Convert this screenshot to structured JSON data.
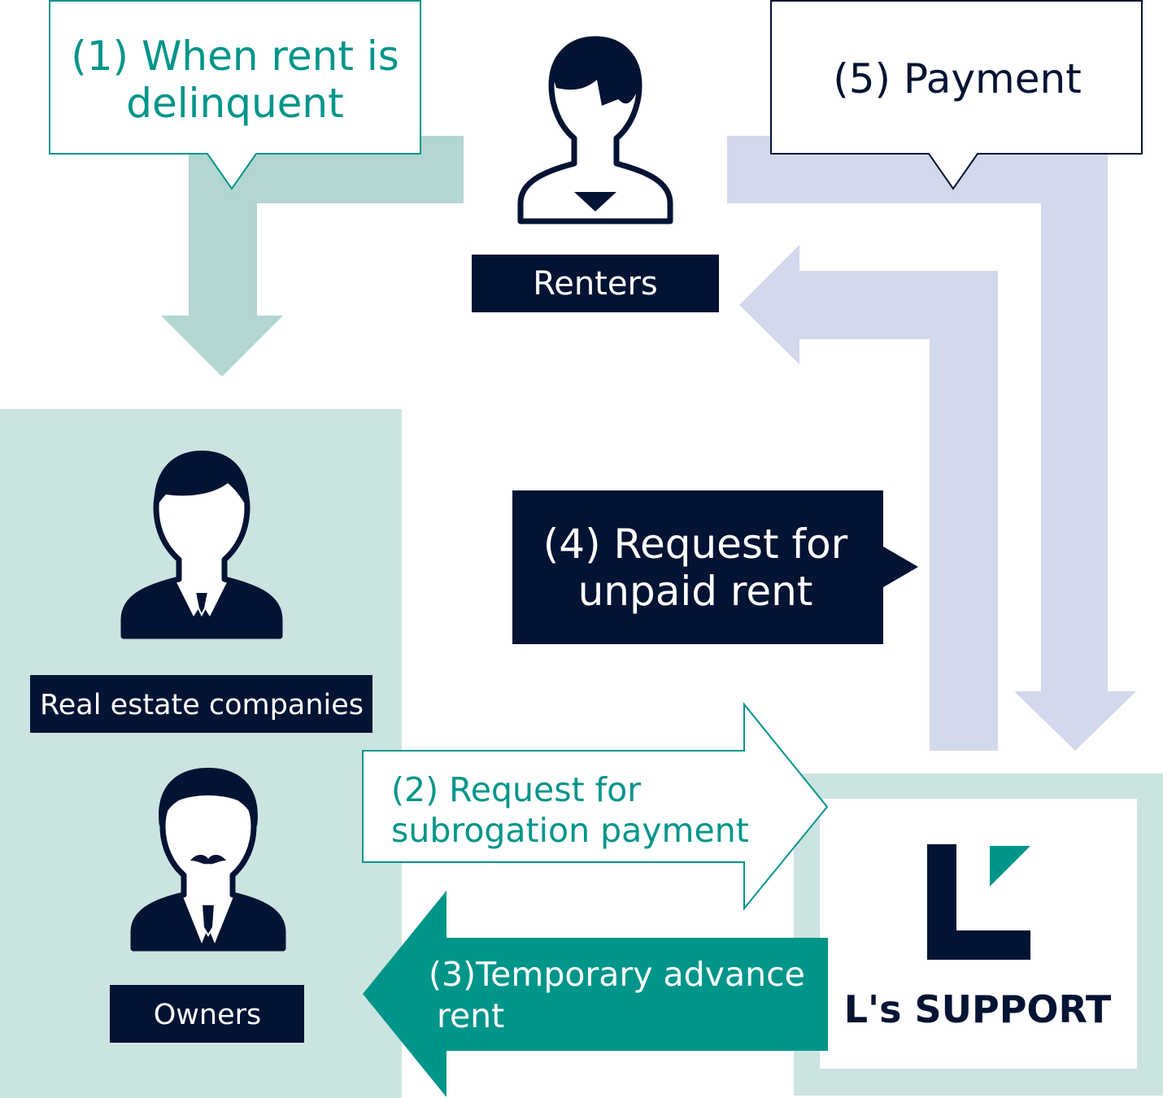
{
  "colors": {
    "navy": "#031333",
    "teal": "#00958a",
    "teal_light": "#b2d6d2",
    "teal_panel": "#cce4e1",
    "lavender": "#d3d9ec",
    "white": "#ffffff"
  },
  "steps": {
    "step1": [
      "(1) When rent is",
      "delinquent"
    ],
    "step2": [
      "(2) Request for",
      "subrogation payment"
    ],
    "step3": [
      "(3)Temporary advance",
      "rent"
    ],
    "step4": [
      "(4) Request for",
      "unpaid rent"
    ],
    "step5": "(5) Payment"
  },
  "actors": {
    "renters": {
      "label": "Renters",
      "icon": "renter-person-icon"
    },
    "real_estate": {
      "label": "Real estate companies",
      "icon": "businessman-icon"
    },
    "owners": {
      "label": "Owners",
      "icon": "owner-mustache-icon"
    }
  },
  "logo": {
    "text": "L's SUPPORT",
    "icon": "ls-support-logo-mark"
  }
}
